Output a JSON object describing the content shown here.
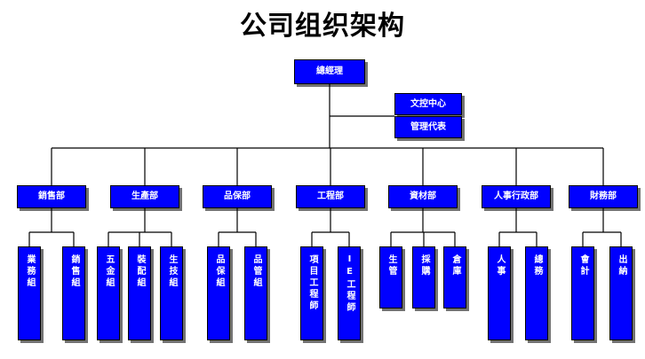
{
  "title": "公司组织架构",
  "colors": {
    "box_fill": "#0000ff",
    "box_text": "#ffffff",
    "line": "#000000"
  },
  "top": {
    "label": "總經理"
  },
  "staff": [
    {
      "label": "文控中心"
    },
    {
      "label": "管理代表"
    }
  ],
  "departments": [
    {
      "label": "銷售部",
      "units": [
        "業務組",
        "銷售組"
      ]
    },
    {
      "label": "生產部",
      "units": [
        "五金組",
        "裝配組",
        "生技組"
      ]
    },
    {
      "label": "品保部",
      "units": [
        "品保組",
        "品管組"
      ]
    },
    {
      "label": "工程部",
      "units": [
        "項目工程師",
        "IE工程師"
      ]
    },
    {
      "label": "資材部",
      "units": [
        "生管",
        "採購",
        "倉庫"
      ]
    },
    {
      "label": "人事行政部",
      "units": [
        "人事",
        "總務"
      ]
    },
    {
      "label": "財務部",
      "units": [
        "會計",
        "出納"
      ]
    }
  ]
}
